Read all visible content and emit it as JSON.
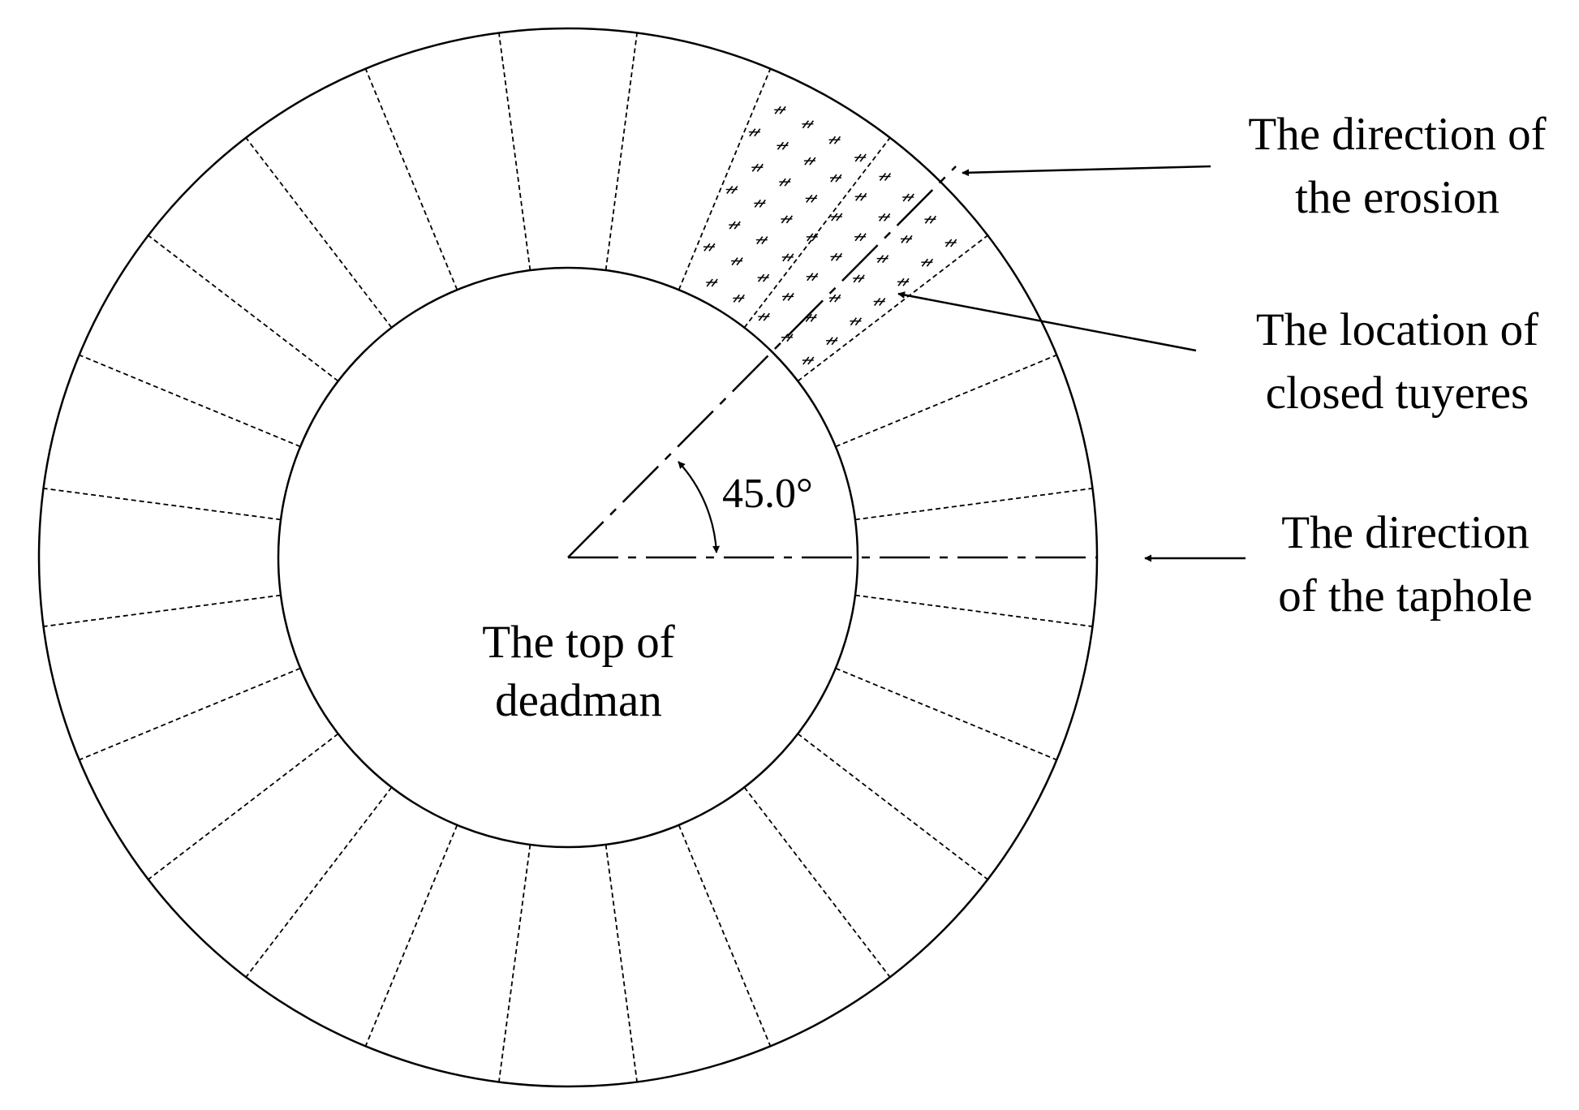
{
  "diagram": {
    "labels": {
      "erosion_line1": "The direction of",
      "erosion_line2": "the erosion",
      "closed_line1": "The location of",
      "closed_line2": "closed tuyeres",
      "taphole_line1": "The direction",
      "taphole_line2": "of the taphole",
      "center_line1": "The top of",
      "center_line2": "deadman",
      "angle": "45.0°"
    },
    "tuyere_count": 24,
    "closed_tuyere_count": 2,
    "colors": {
      "stroke": "#000000",
      "background": "#ffffff"
    }
  }
}
